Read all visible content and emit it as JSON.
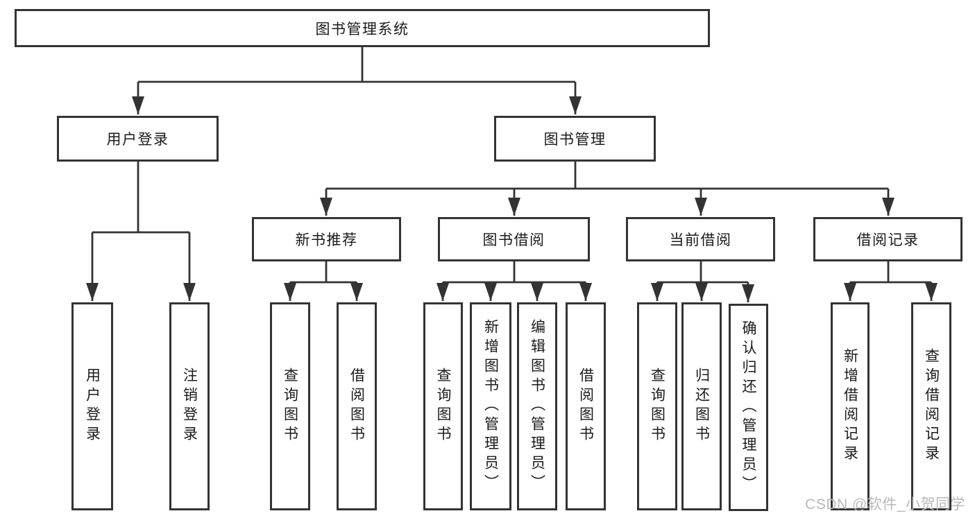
{
  "diagram": {
    "nodes": {
      "root": {
        "label": "图书管理系统"
      },
      "user_login": {
        "label": "用户登录"
      },
      "book_mgmt": {
        "label": "图书管理"
      },
      "new_book_rec": {
        "label": "新书推荐"
      },
      "book_borrow": {
        "label": "图书借阅"
      },
      "current_borrow": {
        "label": "当前借阅"
      },
      "borrow_records": {
        "label": "借阅记录"
      },
      "leaf_user_login": {
        "label": "用户登录"
      },
      "leaf_logout": {
        "label": "注销登录"
      },
      "leaf_nb_query": {
        "label": "查询图书"
      },
      "leaf_nb_borrow": {
        "label": "借阅图书"
      },
      "leaf_bb_query": {
        "label": "查询图书"
      },
      "leaf_bb_add": {
        "label": "新增图书（管理员）"
      },
      "leaf_bb_edit": {
        "label": "编辑图书（管理员）"
      },
      "leaf_bb_borrow": {
        "label": "借阅图书"
      },
      "leaf_cb_query": {
        "label": "查询图书"
      },
      "leaf_cb_return": {
        "label": "归还图书"
      },
      "leaf_cb_confirm": {
        "label": "确认归还（管理员）"
      },
      "leaf_br_add": {
        "label": "新增借阅记录"
      },
      "leaf_br_query": {
        "label": "查询借阅记录"
      }
    },
    "colors": {
      "line": "#333333",
      "border": "#333333",
      "text": "#1a1a1a",
      "background": "#ffffff",
      "watermark": "#b9b9b9"
    }
  },
  "watermark": {
    "text": "CSDN @软件_小贺同学"
  }
}
